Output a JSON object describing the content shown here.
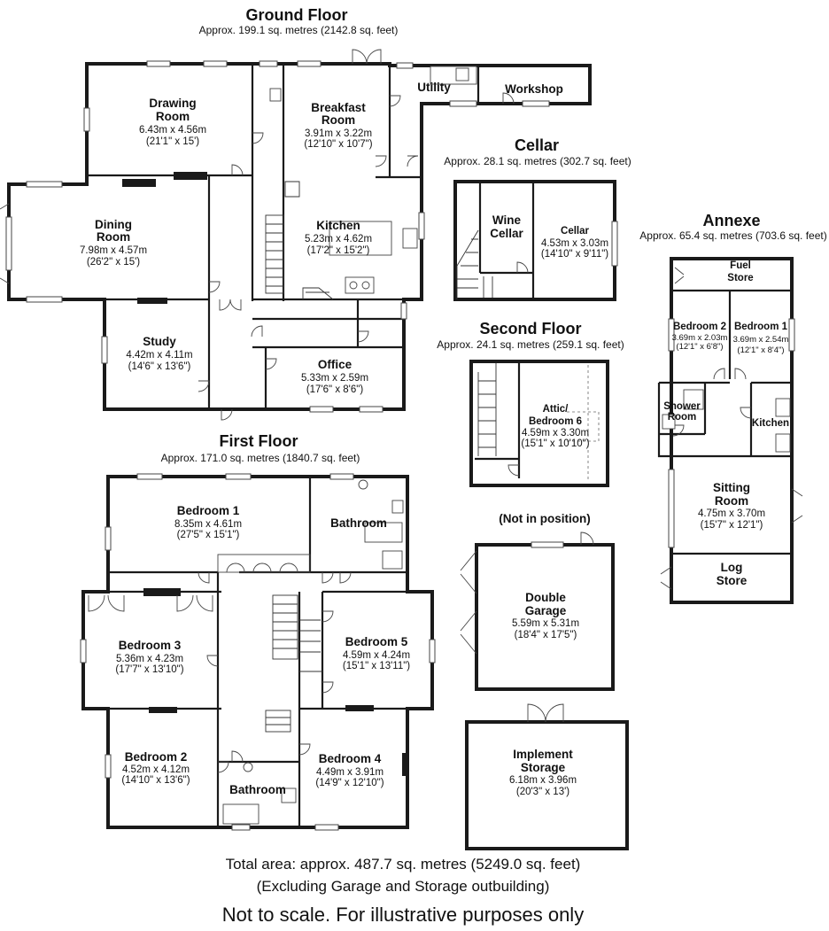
{
  "sections": {
    "ground": {
      "heading": "Ground Floor",
      "area": "Approx. 199.1 sq. metres (2142.8 sq. feet)"
    },
    "cellar": {
      "heading": "Cellar",
      "area": "Approx. 28.1 sq. metres (302.7 sq. feet)"
    },
    "annexe": {
      "heading": "Annexe",
      "area": "Approx. 65.4 sq. metres (703.6 sq. feet)"
    },
    "second": {
      "heading": "Second Floor",
      "area": "Approx. 24.1 sq. metres (259.1 sq. feet)"
    },
    "first": {
      "heading": "First Floor",
      "area": "Approx. 171.0 sq. metres (1840.7 sq. feet)"
    },
    "garage_note": "(Not in position)"
  },
  "rooms": {
    "drawing": {
      "name1": "Drawing",
      "name2": "Room",
      "metric": "6.43m x 4.56m",
      "imperial": "(21'1\" x 15')"
    },
    "dining": {
      "name1": "Dining",
      "name2": "Room",
      "metric": "7.98m x 4.57m",
      "imperial": "(26'2\" x 15')"
    },
    "breakfast": {
      "name1": "Breakfast",
      "name2": "Room",
      "metric": "3.91m x 3.22m",
      "imperial": "(12'10\" x 10'7\")"
    },
    "utility": {
      "name": "Utility"
    },
    "workshop": {
      "name": "Workshop"
    },
    "kitchen": {
      "name": "Kitchen",
      "metric": "5.23m x 4.62m",
      "imperial": "(17'2\" x 15'2\")"
    },
    "study": {
      "name": "Study",
      "metric": "4.42m x 4.11m",
      "imperial": "(14'6\" x 13'6\")"
    },
    "office": {
      "name": "Office",
      "metric": "5.33m x 2.59m",
      "imperial": "(17'6\" x 8'6\")"
    },
    "wine_cellar": {
      "name1": "Wine",
      "name2": "Cellar"
    },
    "cellar": {
      "name": "Cellar",
      "metric": "4.53m x 3.03m",
      "imperial": "(14'10\" x 9'11\")"
    },
    "fuel_store": {
      "name1": "Fuel",
      "name2": "Store"
    },
    "annexe_bed2": {
      "name": "Bedroom 2",
      "metric": "3.69m x 2.03m",
      "imperial": "(12'1\" x 6'8\")"
    },
    "annexe_bed1": {
      "name": "Bedroom 1",
      "metric": "3.69m x 2.54m",
      "imperial": "(12'1\" x 8'4\")"
    },
    "shower_room": {
      "name1": "Shower",
      "name2": "Room"
    },
    "annexe_kitchen": {
      "name": "Kitchen"
    },
    "sitting_room": {
      "name1": "Sitting",
      "name2": "Room",
      "metric": "4.75m x 3.70m",
      "imperial": "(15'7\" x 12'1\")"
    },
    "log_store": {
      "name1": "Log",
      "name2": "Store"
    },
    "attic": {
      "name1": "Attic/",
      "name2": "Bedroom 6",
      "metric": "4.59m x 3.30m",
      "imperial": "(15'1\" x 10'10\")"
    },
    "double_garage": {
      "name1": "Double",
      "name2": "Garage",
      "metric": "5.59m x 5.31m",
      "imperial": "(18'4\" x 17'5\")"
    },
    "implement_storage": {
      "name1": "Implement",
      "name2": "Storage",
      "metric": "6.18m x 3.96m",
      "imperial": "(20'3\" x 13')"
    },
    "ff_bed1": {
      "name": "Bedroom 1",
      "metric": "8.35m x 4.61m",
      "imperial": "(27'5\" x 15'1\")"
    },
    "ff_bath_main": {
      "name": "Bathroom"
    },
    "ff_bed3": {
      "name": "Bedroom 3",
      "metric": "5.36m x 4.23m",
      "imperial": "(17'7\" x 13'10\")"
    },
    "ff_bed5": {
      "name": "Bedroom 5",
      "metric": "4.59m x 4.24m",
      "imperial": "(15'1\" x 13'11\")"
    },
    "ff_bed2": {
      "name": "Bedroom 2",
      "metric": "4.52m x 4.12m",
      "imperial": "(14'10\" x 13'6\")"
    },
    "ff_bed4": {
      "name": "Bedroom 4",
      "metric": "4.49m x 3.91m",
      "imperial": "(14'9\" x 12'10\")"
    },
    "ff_bath_small": {
      "name": "Bathroom"
    }
  },
  "footer": {
    "total": "Total area: approx. 487.7 sq. metres (5249.0 sq. feet)",
    "excl": "(Excluding Garage and Storage outbuilding)",
    "disclaimer": "Not to scale. For illustrative purposes only"
  }
}
